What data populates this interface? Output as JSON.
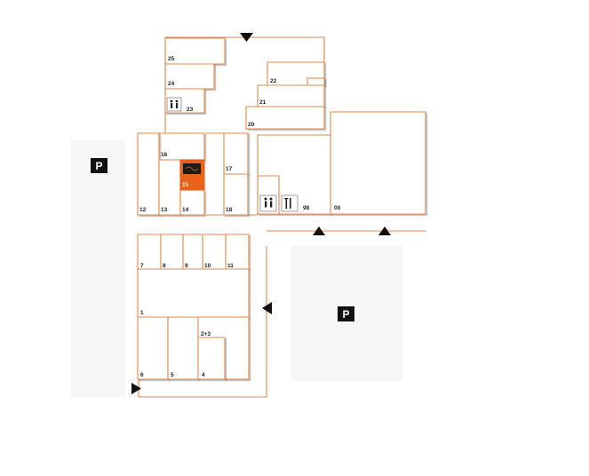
{
  "parking": {
    "label": "P"
  },
  "entrance_icon": "triangle-arrow-icon",
  "units": [
    {
      "id": "25",
      "label": "25"
    },
    {
      "id": "24",
      "label": "24"
    },
    {
      "id": "23",
      "label": "23"
    },
    {
      "id": "22",
      "label": "22"
    },
    {
      "id": "21",
      "label": "21"
    },
    {
      "id": "20",
      "label": "20"
    },
    {
      "id": "16",
      "label": "16"
    },
    {
      "id": "15",
      "label": "15",
      "highlighted": true
    },
    {
      "id": "17",
      "label": "17"
    },
    {
      "id": "18",
      "label": "18"
    },
    {
      "id": "12",
      "label": "12"
    },
    {
      "id": "13",
      "label": "13"
    },
    {
      "id": "14",
      "label": "14"
    },
    {
      "id": "98",
      "label": "98"
    },
    {
      "id": "00",
      "label": "00"
    },
    {
      "id": "7",
      "label": "7"
    },
    {
      "id": "8",
      "label": "8"
    },
    {
      "id": "9",
      "label": "9"
    },
    {
      "id": "10",
      "label": "10"
    },
    {
      "id": "11",
      "label": "11"
    },
    {
      "id": "1",
      "label": "1"
    },
    {
      "id": "2+3",
      "label": "2+3"
    },
    {
      "id": "6",
      "label": "6"
    },
    {
      "id": "5",
      "label": "5"
    },
    {
      "id": "4",
      "label": "4"
    }
  ],
  "facilities": [
    "restroom-icon",
    "restaurant-icon"
  ],
  "colors": {
    "outline": "#e08a4c",
    "highlight": "#e8621c",
    "parking_fill": "#f6f6f6"
  }
}
